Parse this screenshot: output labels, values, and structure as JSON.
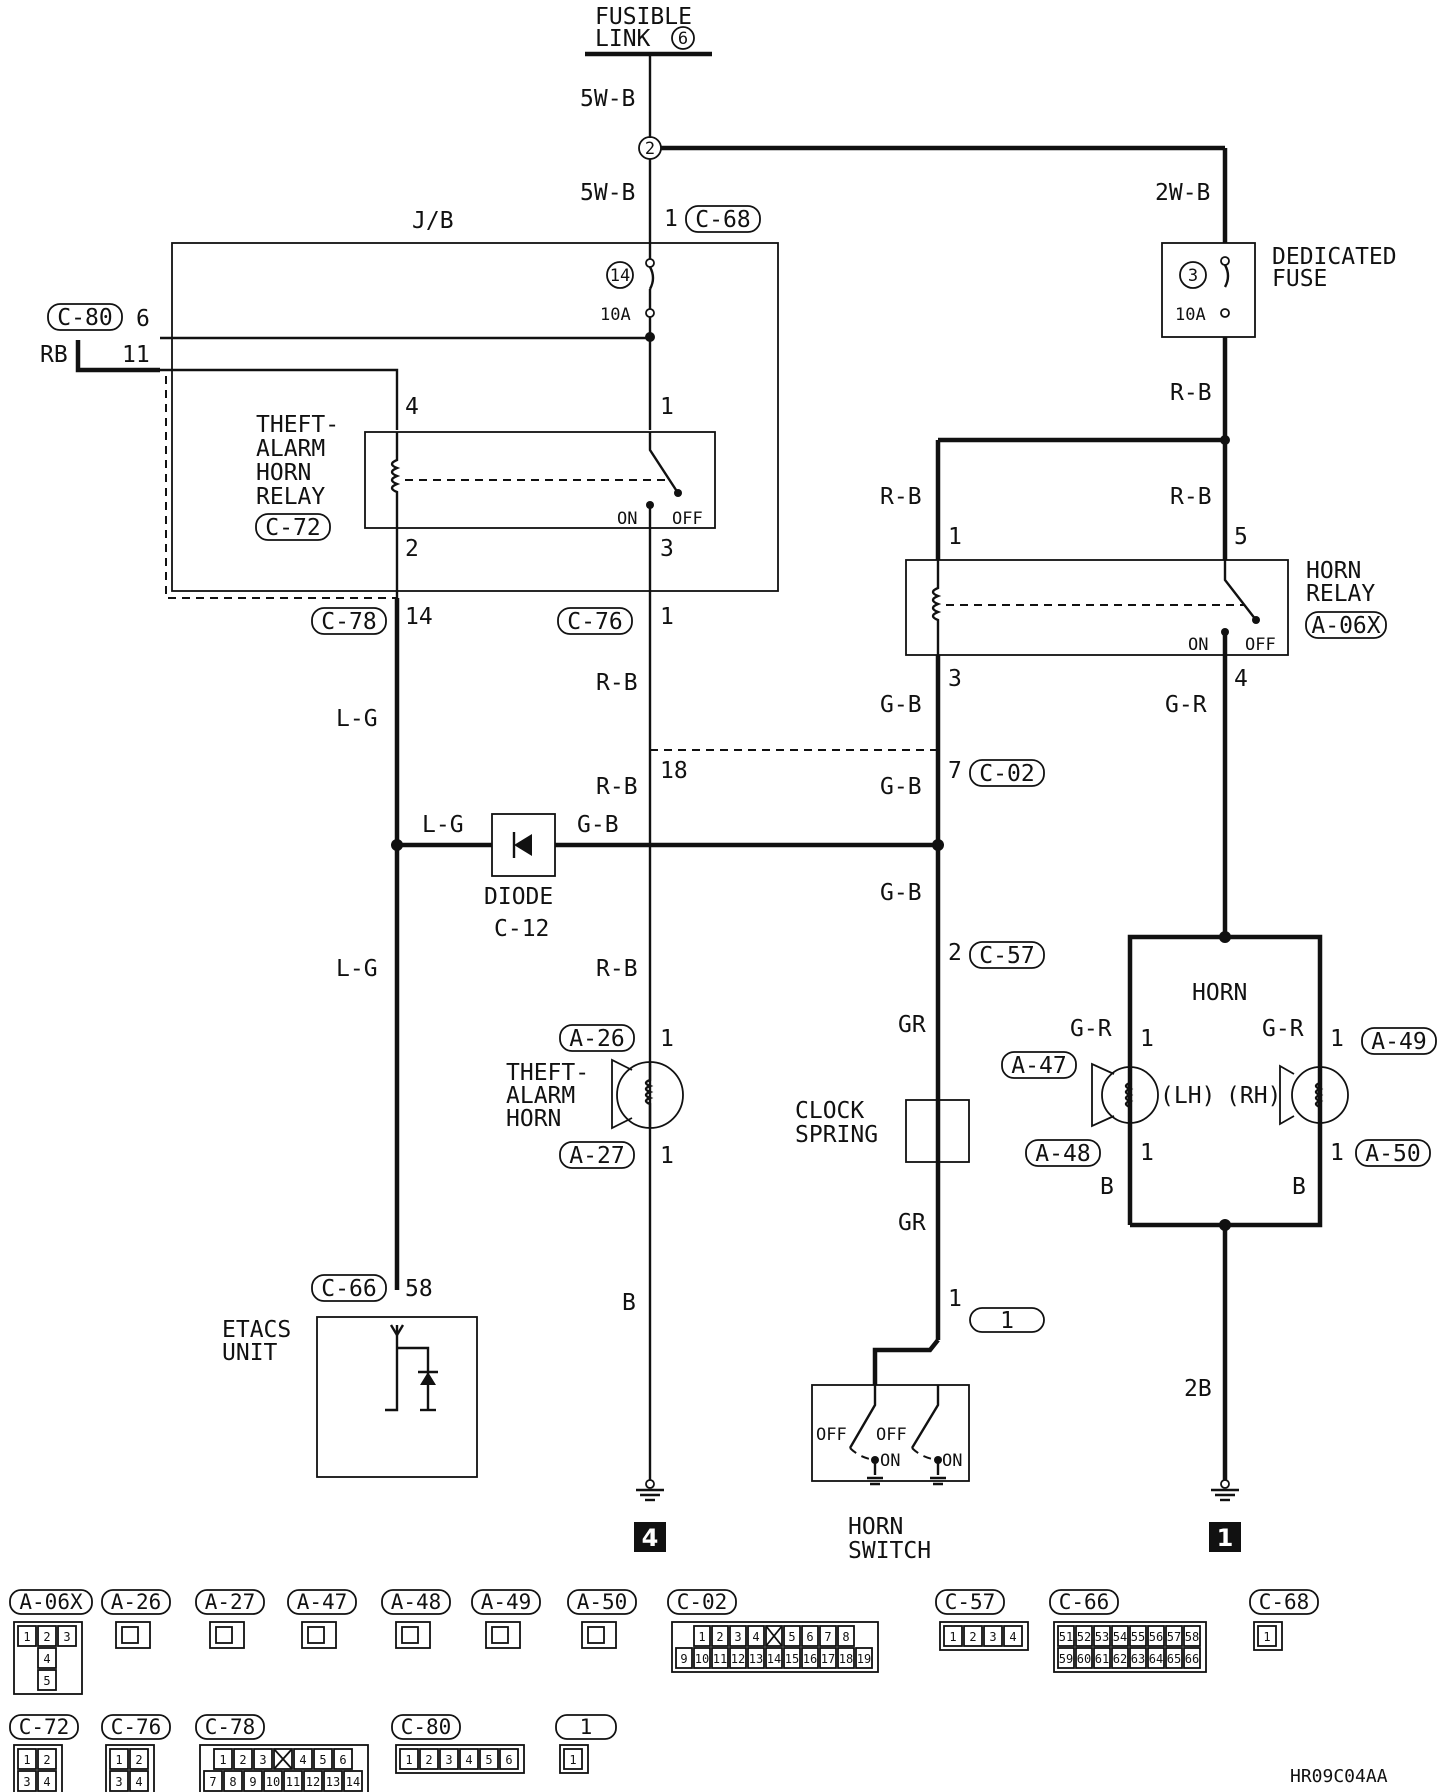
{
  "fusible_link": {
    "line1": "FUSIBLE",
    "line2": "LINK",
    "num": "6"
  },
  "junction": {
    "num": "2"
  },
  "jb_label": "J/B",
  "fuse14": {
    "num": "14",
    "rating": "10A"
  },
  "dedicated_fuse": {
    "line1": "DEDICATED",
    "line2": "FUSE",
    "num": "3",
    "rating": "10A"
  },
  "wires": {
    "w_5wb_top": "5W-B",
    "w_5wb_mid": "5W-B",
    "w_2wb": "2W-B",
    "w_rb_left": "RB",
    "w_rb_fuse": "R-B",
    "w_rb_hr_l": "R-B",
    "w_rb_hr_r": "R-B",
    "w_gb_hr": "G-B",
    "w_gr_hr": "G-R",
    "w_rb_c76": "R-B",
    "w_rb_18": "R-B",
    "w_gb_7": "G-B",
    "w_lg_top": "L-G",
    "w_lg_diode": "L-G",
    "w_gb_diode": "G-B",
    "w_gb_c57": "G-B",
    "w_lg_low": "L-G",
    "w_rb_low": "R-B",
    "w_gr_clock_top": "GR",
    "w_gr_clock_bot": "GR",
    "w_b_horn": "B",
    "w_gr_lh": "G-R",
    "w_gr_rh": "G-R",
    "w_b_lh": "B",
    "w_b_rh": "B",
    "w_2b": "2B"
  },
  "pins": {
    "c68_1": "1",
    "c80_6": "6",
    "c80_11": "11",
    "thr_4": "4",
    "thr_1": "1",
    "thr_2": "2",
    "thr_3": "3",
    "c78_14": "14",
    "c76_1": "1",
    "hr_1": "1",
    "hr_5": "5",
    "hr_3": "3",
    "hr_4": "4",
    "p18": "18",
    "c02_7": "7",
    "c57_2": "2",
    "a26_1": "1",
    "a27_1": "1",
    "c66_58": "58",
    "a47_1": "1",
    "a48_1": "1",
    "a49_1": "1",
    "a50_1": "1",
    "hs_1": "1"
  },
  "connectors": {
    "c68": "C-68",
    "c80": "C-80",
    "c72": "C-72",
    "c78": "C-78",
    "c76": "C-76",
    "a06x": "A-06X",
    "c02": "C-02",
    "c57": "C-57",
    "a26": "A-26",
    "a27": "A-27",
    "c66": "C-66",
    "a47": "A-47",
    "a48": "A-48",
    "a49": "A-49",
    "a50": "A-50",
    "hs": "1"
  },
  "components": {
    "theft_relay": [
      "THEFT-",
      "ALARM",
      "HORN",
      "RELAY"
    ],
    "horn_relay": [
      "HORN",
      "RELAY"
    ],
    "diode": [
      "DIODE",
      "C-12"
    ],
    "theft_horn": [
      "THEFT-",
      "ALARM",
      "HORN"
    ],
    "clock_spring": [
      "CLOCK",
      "SPRING"
    ],
    "etacs": [
      "ETACS",
      "UNIT"
    ],
    "horn": "HORN",
    "lh": "(LH)",
    "rh": "(RH)",
    "horn_switch": [
      "HORN",
      "SWITCH"
    ],
    "on": "ON",
    "off": "OFF"
  },
  "grounds": {
    "g4": "4",
    "g1": "1"
  },
  "legend": {
    "row1": [
      {
        "id": "A-06X",
        "pins": [
          [
            "1",
            "2",
            "3"
          ],
          [
            "4"
          ],
          [
            "5"
          ]
        ]
      },
      {
        "id": "A-26"
      },
      {
        "id": "A-27"
      },
      {
        "id": "A-47"
      },
      {
        "id": "A-48"
      },
      {
        "id": "A-49"
      },
      {
        "id": "A-50"
      },
      {
        "id": "C-02",
        "pins": [
          [
            "1",
            "2",
            "3",
            "4",
            "",
            "5",
            "6",
            "7",
            "8"
          ],
          [
            "9",
            "10",
            "11",
            "12",
            "13",
            "14",
            "15",
            "16",
            "17",
            "18",
            "19"
          ]
        ]
      },
      {
        "id": "C-57",
        "pins": [
          [
            "1",
            "2",
            "3",
            "4"
          ]
        ]
      },
      {
        "id": "C-66",
        "pins": [
          [
            "51",
            "52",
            "53",
            "54",
            "55",
            "56",
            "57",
            "58"
          ],
          [
            "59",
            "60",
            "61",
            "62",
            "63",
            "64",
            "65",
            "66"
          ]
        ]
      },
      {
        "id": "C-68",
        "pins": [
          [
            "1"
          ]
        ]
      }
    ],
    "row2": [
      {
        "id": "C-72",
        "pins": [
          [
            "1",
            "2"
          ],
          [
            "3",
            "4"
          ]
        ]
      },
      {
        "id": "C-76",
        "pins": [
          [
            "1",
            "2"
          ],
          [
            "3",
            "4"
          ]
        ]
      },
      {
        "id": "C-78",
        "pins": [
          [
            "1",
            "2",
            "3",
            "",
            "4",
            "5",
            "6"
          ],
          [
            "7",
            "8",
            "9",
            "10",
            "11",
            "12",
            "13",
            "14"
          ]
        ]
      },
      {
        "id": "C-80",
        "pins": [
          [
            "1",
            "2",
            "3",
            "4",
            "5",
            "6"
          ]
        ]
      },
      {
        "id": "1",
        "pins": [
          [
            "1"
          ]
        ]
      }
    ]
  },
  "code": "HR09C04AA"
}
